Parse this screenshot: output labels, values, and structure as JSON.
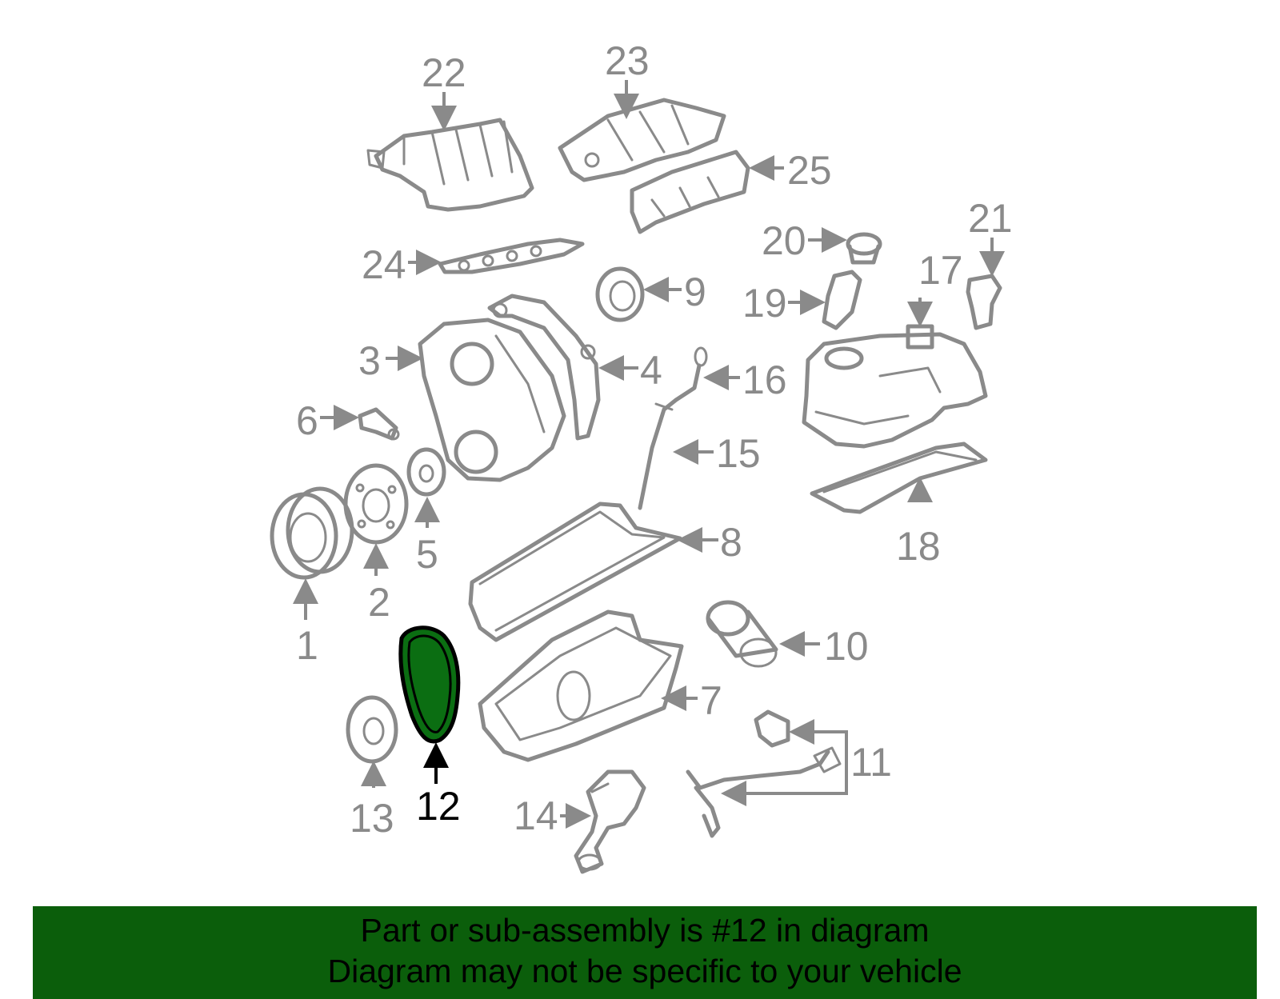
{
  "diagram": {
    "highlighted_part": "12",
    "colors": {
      "highlight_fill": "#0b6e12",
      "line_gray": "#8a8a8a",
      "banner_bg": "#0b5e0b"
    },
    "callouts": [
      {
        "id": "1",
        "text": "1"
      },
      {
        "id": "2",
        "text": "2"
      },
      {
        "id": "3",
        "text": "3"
      },
      {
        "id": "4",
        "text": "4"
      },
      {
        "id": "5",
        "text": "5"
      },
      {
        "id": "6",
        "text": "6"
      },
      {
        "id": "7",
        "text": "7"
      },
      {
        "id": "8",
        "text": "8"
      },
      {
        "id": "9",
        "text": "9"
      },
      {
        "id": "10",
        "text": "10"
      },
      {
        "id": "11",
        "text": "11"
      },
      {
        "id": "12",
        "text": "12"
      },
      {
        "id": "13",
        "text": "13"
      },
      {
        "id": "14",
        "text": "14"
      },
      {
        "id": "15",
        "text": "15"
      },
      {
        "id": "16",
        "text": "16"
      },
      {
        "id": "17",
        "text": "17"
      },
      {
        "id": "18",
        "text": "18"
      },
      {
        "id": "19",
        "text": "19"
      },
      {
        "id": "20",
        "text": "20"
      },
      {
        "id": "21",
        "text": "21"
      },
      {
        "id": "22",
        "text": "22"
      },
      {
        "id": "23",
        "text": "23"
      },
      {
        "id": "24",
        "text": "24"
      },
      {
        "id": "25",
        "text": "25"
      }
    ]
  },
  "banner": {
    "line1": "Part or sub-assembly is #12 in diagram",
    "line2": "Diagram may not be specific to your vehicle"
  }
}
